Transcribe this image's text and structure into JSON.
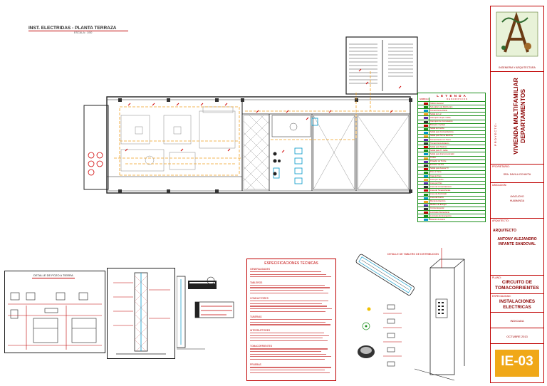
{
  "plan": {
    "title": "INST. ELECTRIDAS - PLANTA TERRAZA",
    "scale": "ESCALA : 1/50"
  },
  "legend": {
    "title": "L E Y E N D A",
    "col_symbol": "SIMBOLO",
    "col_description": "D E S C R I P C I O N",
    "rows": [
      "Tablero General",
      "Sub-tablero de Distribucion",
      "Tomacorriente Doble",
      "Salida de Luz",
      "Interruptor simple / doble",
      "Interruptor de Conmutacion",
      "Braquete / Aplique",
      "Salida de Fuerza",
      "Salida para Cocina Electrica",
      "Salida para Terma Electrica",
      "Tomacorriente con Tierra",
      "Tomacorriente Estanco",
      "Salida para Telefono",
      "Salida para TV Cable",
      "Salida para Intercomunicador",
      "Timbre",
      "Pulsador de Timbre",
      "Extractor de Aire",
      "Salida para Antena TV",
      "Pozo a Tierra",
      "Caja de Paso",
      "Linea por Techo",
      "Linea por Piso",
      "Linea de Comunicaciones",
      "Linea de Tomacorrientes",
      "Linea de Alumbrado",
      "Linea de Fuerza",
      "Montante Electrico",
      "Medidor de Energia",
      "Circuito Especial",
      "Luminaria Fluorescente",
      "Luminaria de Emergencia",
      "Detector de Humo"
    ]
  },
  "details": {
    "pozo_title": "DETALLE DE POZO A TIERRA",
    "tablero_title": "DETALLE DE TABLERO DE DISTRIBUCION",
    "specs_title": "ESPECIFICACIONES TECNICAS",
    "spec_heads": [
      "GENERALIDADES",
      "TABLEROS",
      "CONDUCTORES",
      "TUBERIAS",
      "INTERRUPTORES",
      "TOMACORRIENTES",
      "PRUEBAS"
    ]
  },
  "title_block": {
    "company": "INGENIERIA Y ARQUITECTURA",
    "project_label": "P R O Y E C T O :",
    "project": "VIVIENDA MULTIFAMILIAR DEPARTAMENTOS",
    "owner_label": "PROPIETARIO:",
    "owner": "SRA. DAVILA OCHAYTA",
    "location_label": "UBICACION:",
    "location": "AYACUCHO HUAMANGA",
    "architect_label": "ARQUITECTO:",
    "architect_role": "ARQUITECTO",
    "architect": "ANTONY ALEJANDRO INFANTE SANDOVAL",
    "plane_label": "PLANO:",
    "plane": "CIRCUITO DE TOMACORRIENTES",
    "specialty_label": "ESPECIALIDAD:",
    "specialty": "INSTALACIONES ELECTRICAS",
    "scale_value": "INDICADA",
    "date": "OCTUBRE 2013",
    "sheet": "IE-03"
  },
  "colors": {
    "red": "#c00000",
    "green": "#1b8f1b",
    "cyan": "#0097c9",
    "orange": "#f0a020"
  }
}
